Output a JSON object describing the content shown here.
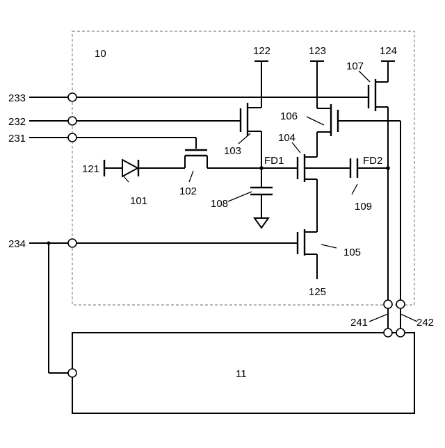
{
  "diagram": {
    "labels": {
      "block_10": "10",
      "block_11": "11",
      "input_233": "233",
      "input_232": "232",
      "input_231": "231",
      "input_234": "234",
      "node_121": "121",
      "node_122": "122",
      "node_123": "123",
      "node_124": "124",
      "node_125": "125",
      "diode_101": "101",
      "transistor_102": "102",
      "transistor_103": "103",
      "transistor_104": "104",
      "transistor_105": "105",
      "transistor_106": "106",
      "transistor_107": "107",
      "capacitor_108": "108",
      "capacitor_109": "109",
      "fd1": "FD1",
      "fd2": "FD2",
      "output_241": "241",
      "output_242": "242"
    }
  }
}
